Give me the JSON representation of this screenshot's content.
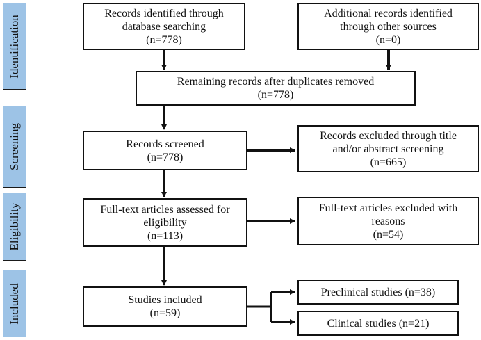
{
  "stages": [
    {
      "key": "identification",
      "label": "Identification"
    },
    {
      "key": "screening",
      "label": "Screening"
    },
    {
      "key": "eligibility",
      "label": "Eligibility"
    },
    {
      "key": "included",
      "label": "Included"
    }
  ],
  "boxes": {
    "db_search": {
      "line1": "Records identified through",
      "line2": "database searching",
      "line3": "(n=778)"
    },
    "other_sources": {
      "line1": "Additional records identified",
      "line2": "through other sources",
      "line3": "(n=0)"
    },
    "deduplicated": {
      "line1": "Remaining records after duplicates removed",
      "line2": "(n=778)"
    },
    "screened": {
      "line1": "Records screened",
      "line2": "(n=778)"
    },
    "excluded_screening": {
      "line1": "Records excluded through title",
      "line2": "and/or abstract screening",
      "line3": "(n=665)"
    },
    "fulltext_assessed": {
      "line1": "Full-text articles assessed for",
      "line2": "eligibility",
      "line3": "(n=113)"
    },
    "fulltext_excluded": {
      "line1": "Full-text articles excluded with",
      "line2": "reasons",
      "line3": "(n=54)"
    },
    "included": {
      "line1": "Studies included",
      "line2": "(n=59)"
    },
    "preclinical": {
      "line1": "Preclinical studies (n=38)"
    },
    "clinical": {
      "line1": "Clinical studies (n=21)"
    }
  }
}
